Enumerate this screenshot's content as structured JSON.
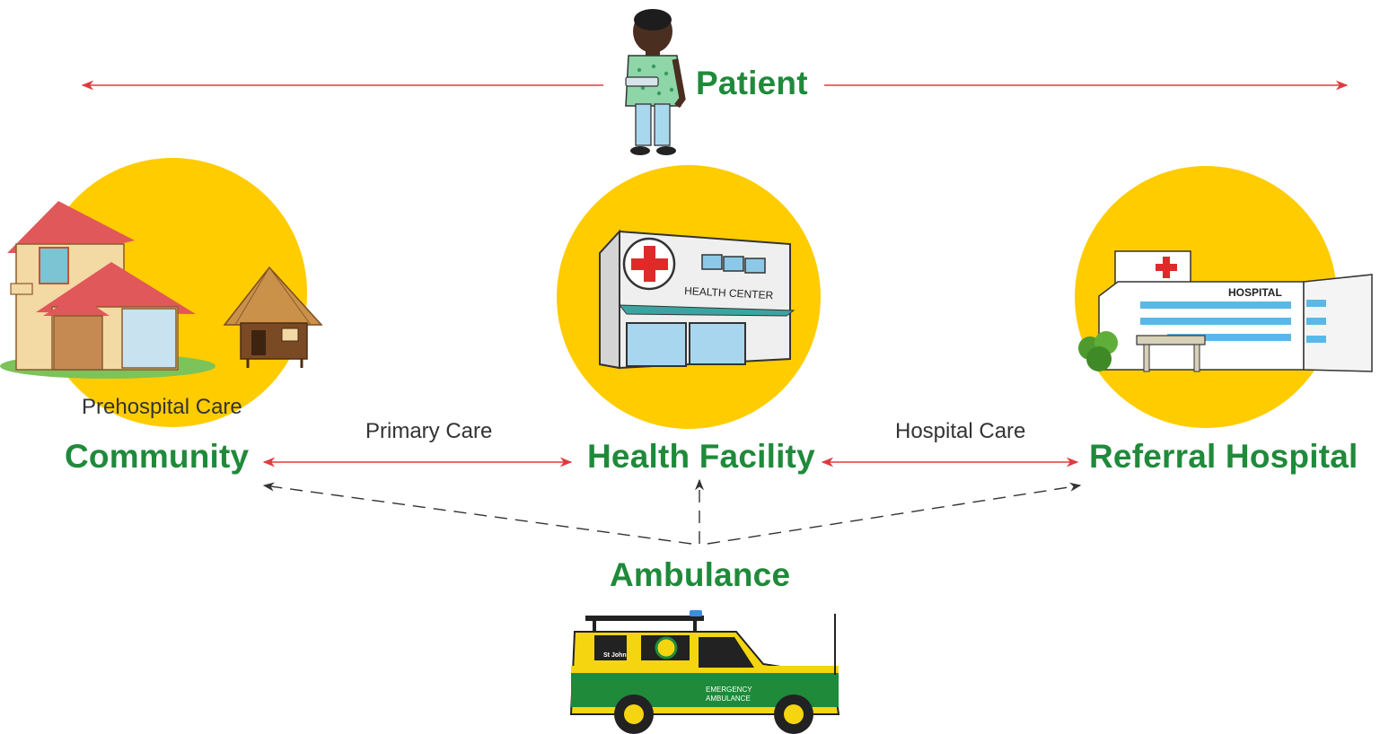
{
  "nodes": {
    "patient": "Patient",
    "community": "Community",
    "health_facility": "Health Facility",
    "referral_hospital": "Referral Hospital",
    "ambulance": "Ambulance"
  },
  "care_levels": {
    "prehospital": "Prehospital Care",
    "primary": "Primary Care",
    "hospital": "Hospital Care"
  },
  "signage": {
    "health_center": "HEALTH CENTER",
    "hospital": "HOSPITAL",
    "ambulance_side_1": "EMERGENCY",
    "ambulance_side_2": "AMBULANCE",
    "ambulance_brand": "St John"
  },
  "colors": {
    "label_green": "#1f8a3a",
    "circle_yellow": "#ffcc00",
    "arrow_red": "#e03a3e",
    "dashed_arrow": "#333333"
  }
}
